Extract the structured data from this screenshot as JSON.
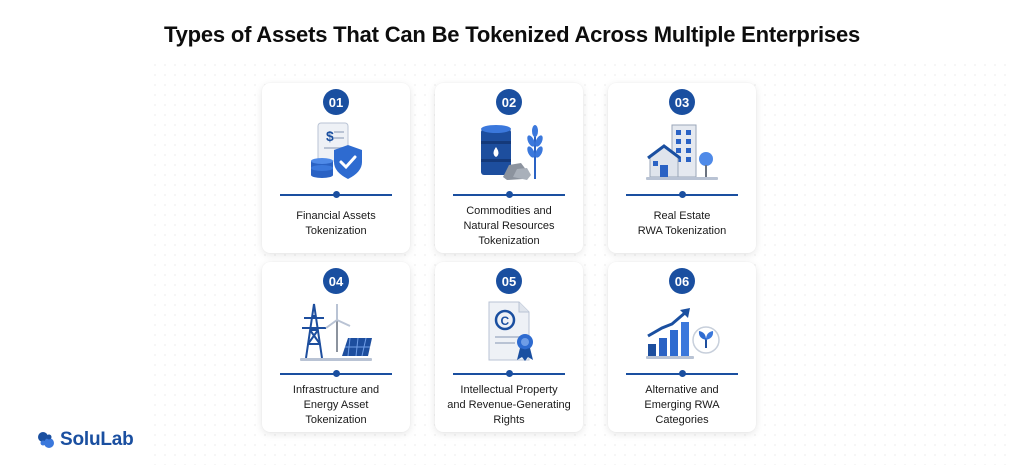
{
  "title": "Types of Assets That Can Be Tokenized Across Multiple Enterprises",
  "brand": {
    "name": "SoluLab",
    "color": "#1a4fa0"
  },
  "cards": [
    {
      "number": "01",
      "lines": [
        "Financial Assets",
        "Tokenization"
      ],
      "icon": "financial-document-shield-icon"
    },
    {
      "number": "02",
      "lines": [
        "Commodities and",
        "Natural Resources",
        "Tokenization"
      ],
      "icon": "oil-barrel-wheat-icon"
    },
    {
      "number": "03",
      "lines": [
        "Real Estate",
        "RWA Tokenization"
      ],
      "icon": "buildings-icon"
    },
    {
      "number": "04",
      "lines": [
        "Infrastructure and",
        "Energy Asset",
        "Tokenization"
      ],
      "icon": "power-tower-wind-solar-icon"
    },
    {
      "number": "05",
      "lines": [
        "Intellectual Property",
        "and Revenue-Generating",
        "Rights"
      ],
      "icon": "copyright-certificate-icon"
    },
    {
      "number": "06",
      "lines": [
        "Alternative and",
        "Emerging RWA",
        "Categories"
      ],
      "icon": "growth-chart-leaf-icon"
    }
  ]
}
